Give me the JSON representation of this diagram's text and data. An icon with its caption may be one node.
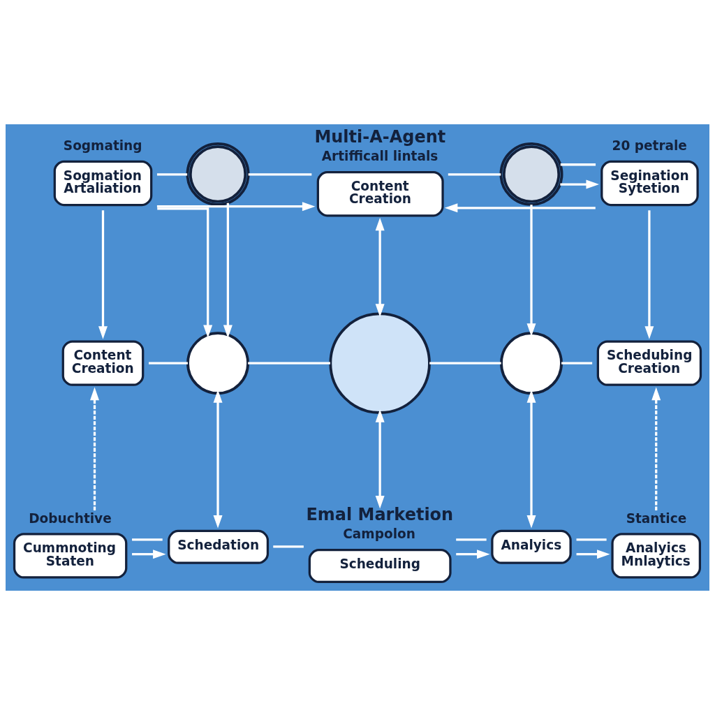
{
  "diagram": {
    "nodes": [
      {
        "text": [
          "Sogmating",
          "Sogmation Artaliation"
        ]
      },
      {
        "text": [],
        "shape": "gear"
      },
      {
        "text": [
          "Multi-A-Agent",
          "Artifficall lintals",
          "Content Creation"
        ]
      },
      {
        "text": [],
        "shape": "gear"
      },
      {
        "text": [
          "20 petrale",
          "Segination Sytetion"
        ]
      },
      {
        "text": [
          "Content Creation"
        ]
      },
      {
        "text": [],
        "shape": "circle"
      },
      {
        "text": [],
        "shape": "circle"
      },
      {
        "text": [],
        "shape": "circle"
      },
      {
        "text": [
          "Schedubing Creation"
        ]
      },
      {
        "text": [
          "Dobuchtive",
          "Cummnoting Staten"
        ]
      },
      {
        "text": [
          "Schedation"
        ]
      },
      {
        "text": [
          "Emal Marketion",
          "Campolon",
          "Scheduling"
        ]
      },
      {
        "text": [
          "Analyics"
        ]
      },
      {
        "text": [
          "Stantice",
          "Analyics Mnlaytics"
        ]
      }
    ],
    "edges": [
      {
        "from": 0,
        "to": 1,
        "arrow": "none"
      },
      {
        "from": 1,
        "to": 2,
        "arrow": "none"
      },
      {
        "from": 2,
        "to": 3,
        "arrow": "none"
      },
      {
        "from": 3,
        "to": 4,
        "arrow": "none"
      },
      {
        "from": 0,
        "to": 2,
        "arrow": "to"
      },
      {
        "from": 4,
        "to": 2,
        "arrow": "to"
      },
      {
        "from": 0,
        "to": 6,
        "arrow": "to"
      },
      {
        "from": 1,
        "to": 6,
        "arrow": "to"
      },
      {
        "from": 3,
        "to": 4,
        "arrow": "to"
      },
      {
        "from": 3,
        "to": 8,
        "arrow": "to"
      },
      {
        "from": 2,
        "to": 7,
        "arrow": "both"
      },
      {
        "from": 0,
        "to": 5,
        "arrow": "to"
      },
      {
        "from": 4,
        "to": 9,
        "arrow": "to"
      },
      {
        "from": 5,
        "to": 6,
        "arrow": "none"
      },
      {
        "from": 6,
        "to": 7,
        "arrow": "none"
      },
      {
        "from": 7,
        "to": 8,
        "arrow": "none"
      },
      {
        "from": 8,
        "to": 9,
        "arrow": "none"
      },
      {
        "from": 7,
        "to": 12,
        "arrow": "both"
      },
      {
        "from": 6,
        "to": 11,
        "arrow": "both"
      },
      {
        "from": 8,
        "to": 13,
        "arrow": "both"
      },
      {
        "from": 10,
        "to": 5,
        "arrow": "to",
        "style": "dashed"
      },
      {
        "from": 14,
        "to": 9,
        "arrow": "to",
        "style": "dashed"
      },
      {
        "from": 10,
        "to": 11,
        "arrow": "none"
      },
      {
        "from": 11,
        "to": 12,
        "arrow": "none"
      },
      {
        "from": 12,
        "to": 13,
        "arrow": "none"
      },
      {
        "from": 13,
        "to": 14,
        "arrow": "none"
      },
      {
        "from": 10,
        "to": 11,
        "arrow": "to"
      },
      {
        "from": 12,
        "to": 13,
        "arrow": "to"
      },
      {
        "from": 13,
        "to": 14,
        "arrow": "to"
      }
    ]
  }
}
